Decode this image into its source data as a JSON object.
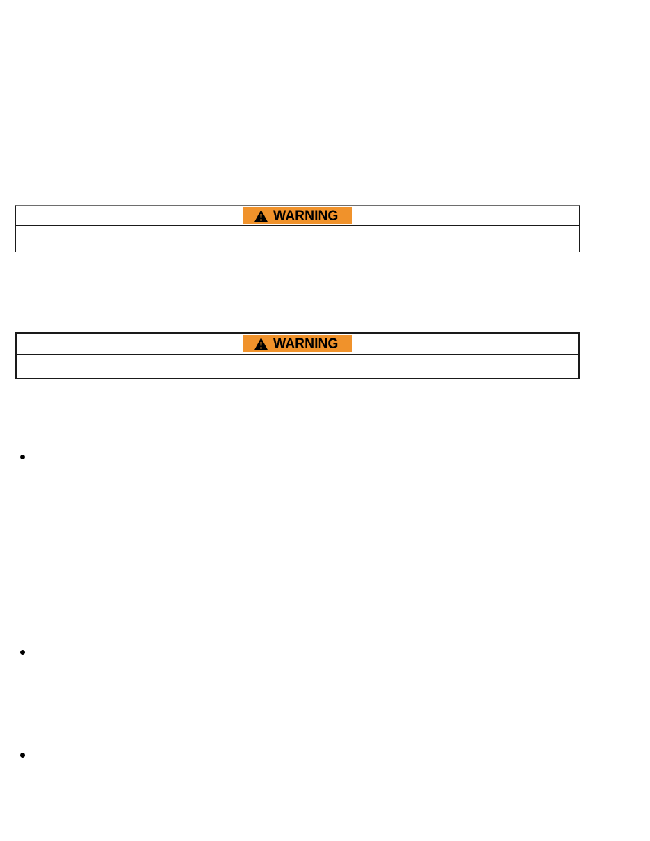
{
  "page": {
    "kind": "manual-warning-page",
    "background": "#ffffff"
  },
  "colors": {
    "page_bg": "#ffffff",
    "warning_bg": "#F0922B",
    "warning_text": "#000000",
    "table_border": "#1a1a1a",
    "table1_top_border": "#6e6e6e",
    "bullet_color": "#000000"
  },
  "warning_boxes": [
    {
      "label": "WARNING",
      "icon": "warning-triangle-icon",
      "body_text": ""
    },
    {
      "label": "WARNING",
      "icon": "warning-triangle-icon",
      "body_text": ""
    }
  ],
  "bullet_list": {
    "marker": "•",
    "items": [
      {
        "text": ""
      },
      {
        "text": ""
      },
      {
        "text": ""
      }
    ]
  }
}
